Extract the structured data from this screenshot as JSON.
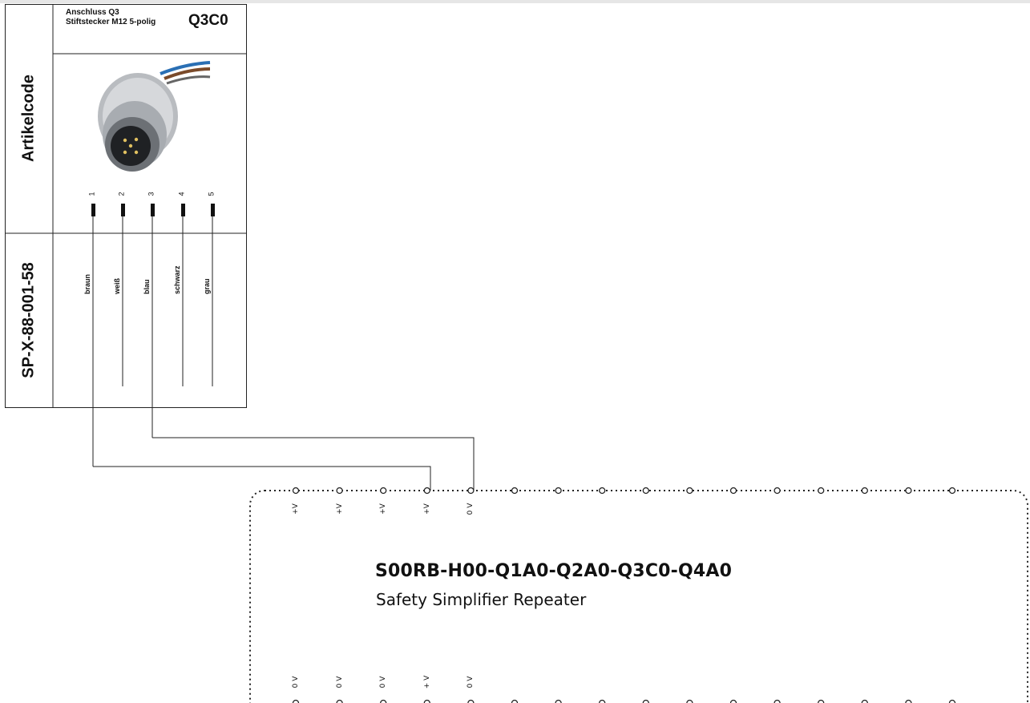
{
  "connector": {
    "side_label_top": "Artikelcode",
    "side_label_bottom": "SP-X-88-001-58",
    "header_line1": "Anschluss Q3",
    "header_line2": "Stiftstecker M12 5-polig",
    "code": "Q3C0",
    "pins": [
      "1",
      "2",
      "3",
      "4",
      "5"
    ],
    "wire_colors": [
      "braun",
      "weiß",
      "blau",
      "schwarz",
      "grau"
    ]
  },
  "module": {
    "title": "S00RB-H00-Q1A0-Q2A0-Q3C0-Q4A0",
    "subtitle": "Safety Simplifier Repeater",
    "top_terminals": [
      "+V",
      "+V",
      "+V",
      "+V",
      "0 V"
    ],
    "bottom_terminals": [
      "0 V",
      "0 V",
      "0 V",
      "+ V",
      "0 V"
    ]
  }
}
